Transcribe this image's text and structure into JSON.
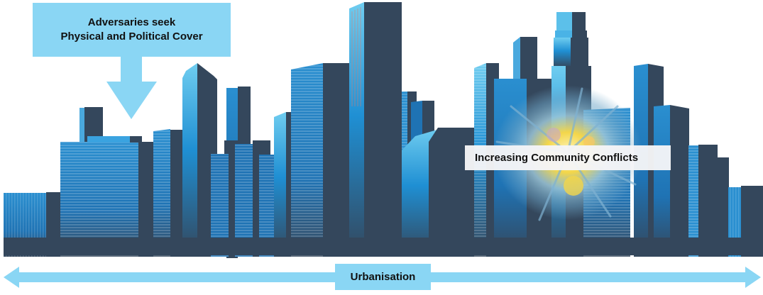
{
  "title": "Urbanisation and conflict diagram",
  "callout": {
    "line1": "Adversaries seek",
    "line2": "Physical and Political Cover",
    "color": "#8ad6f4"
  },
  "conflict": {
    "label": "Increasing Community Conflicts"
  },
  "axis": {
    "label": "Urbanisation",
    "direction": "bidirectional",
    "color": "#8ad6f4"
  },
  "colors": {
    "building_dark": "#34475c",
    "building_blue": "#1e7fc4",
    "building_light": "#5cc0ea",
    "arrow": "#8ad6f4"
  }
}
